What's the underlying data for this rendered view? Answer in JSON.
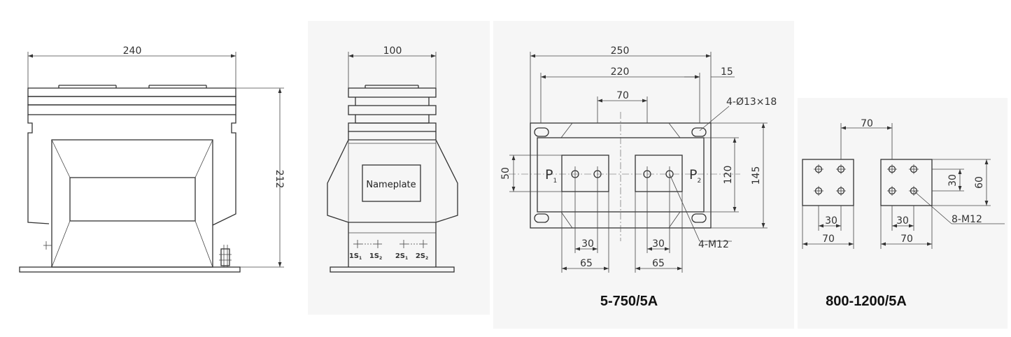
{
  "front_view": {
    "width_dim": "240",
    "height_dim": "212"
  },
  "side_view": {
    "width_dim": "100",
    "nameplate": "Nameplate",
    "terminals": [
      {
        "main": "1S",
        "sub": "1"
      },
      {
        "main": "1S",
        "sub": "2"
      },
      {
        "main": "2S",
        "sub": "1"
      },
      {
        "main": "2S",
        "sub": "2"
      }
    ]
  },
  "top_view": {
    "dim_overall": "250",
    "dim_inner": "220",
    "dim_offset": "15",
    "dim_center": "70",
    "mount_holes": "4-Ø13×18",
    "dim_pad_height": "50",
    "dim_height_inner": "120",
    "dim_height_overall": "145",
    "p1": {
      "main": "P",
      "sub": "1"
    },
    "p2": {
      "main": "P",
      "sub": "2"
    },
    "pad_bolts": "4-M12",
    "dim_bolt_left": "30",
    "dim_pad_left": "65",
    "dim_bolt_right": "30",
    "dim_pad_right": "65",
    "caption": "5-750/5A"
  },
  "terminal_view": {
    "dim_center": "70",
    "dim_bolt_v": "30",
    "dim_pad_v": "60",
    "bolts": "8-M12",
    "dim_bolt_left": "30",
    "dim_pad_left": "70",
    "dim_bolt_right": "30",
    "dim_pad_right": "70",
    "caption": "800-1200/5A"
  }
}
